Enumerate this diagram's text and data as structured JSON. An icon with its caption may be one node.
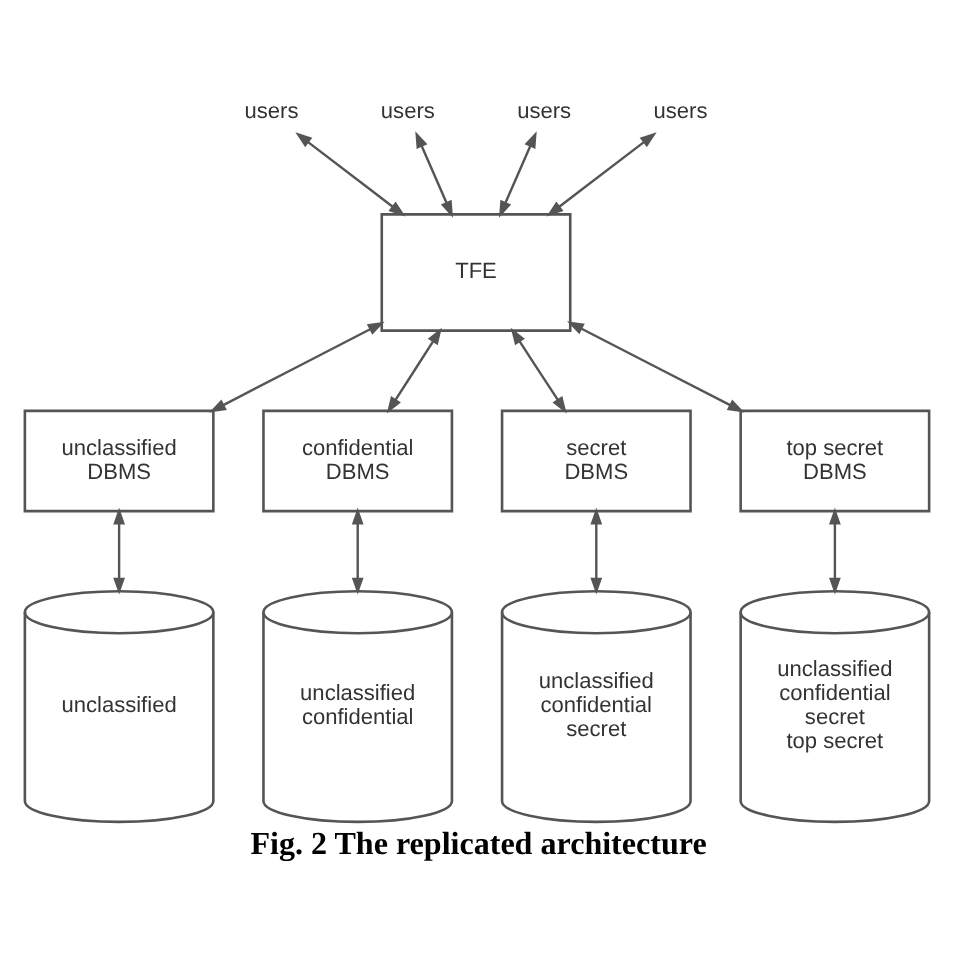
{
  "diagram": {
    "caption": "Fig. 2 The replicated architecture",
    "nodes": [
      {
        "text": [
          "users"
        ]
      },
      {
        "text": [
          "users"
        ]
      },
      {
        "text": [
          "users"
        ]
      },
      {
        "text": [
          "users"
        ]
      },
      {
        "text": [
          "TFE"
        ]
      },
      {
        "text": [
          "unclassified DBMS"
        ]
      },
      {
        "text": [
          "confidential DBMS"
        ]
      },
      {
        "text": [
          "secret DBMS"
        ]
      },
      {
        "text": [
          "top secret DBMS"
        ]
      },
      {
        "text": [
          "unclassified"
        ]
      },
      {
        "text": [
          "unclassified",
          "confidential"
        ]
      },
      {
        "text": [
          "unclassified",
          "confidential",
          "secret"
        ]
      },
      {
        "text": [
          "unclassified",
          "confidential",
          "secret",
          "top secret"
        ]
      }
    ],
    "edges": [
      {
        "from": 0,
        "to": 4,
        "arrow": "both"
      },
      {
        "from": 1,
        "to": 4,
        "arrow": "both"
      },
      {
        "from": 2,
        "to": 4,
        "arrow": "both"
      },
      {
        "from": 3,
        "to": 4,
        "arrow": "both"
      },
      {
        "from": 4,
        "to": 5,
        "arrow": "both"
      },
      {
        "from": 4,
        "to": 6,
        "arrow": "both"
      },
      {
        "from": 4,
        "to": 7,
        "arrow": "both"
      },
      {
        "from": 4,
        "to": 8,
        "arrow": "both"
      },
      {
        "from": 5,
        "to": 9,
        "arrow": "both"
      },
      {
        "from": 6,
        "to": 10,
        "arrow": "both"
      },
      {
        "from": 7,
        "to": 11,
        "arrow": "both"
      },
      {
        "from": 8,
        "to": 12,
        "arrow": "both"
      }
    ]
  }
}
